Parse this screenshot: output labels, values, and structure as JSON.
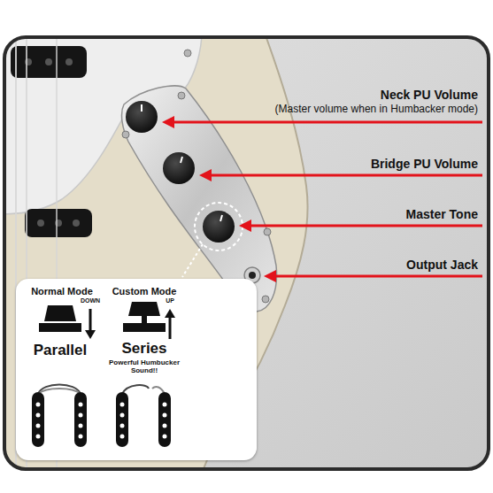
{
  "diagram": {
    "nodes": [
      {
        "text": [
          "Normal Mode",
          "Custom Mode",
          "DOWN",
          "UP",
          "Parallel",
          "Series",
          "Powerful Humbucker Sound!!"
        ]
      }
    ],
    "labels": [
      "Neck PU Volume",
      "(Master volume when in Humbacker mode)",
      "Bridge PU Volume",
      "Master Tone",
      "Output Jack"
    ]
  }
}
